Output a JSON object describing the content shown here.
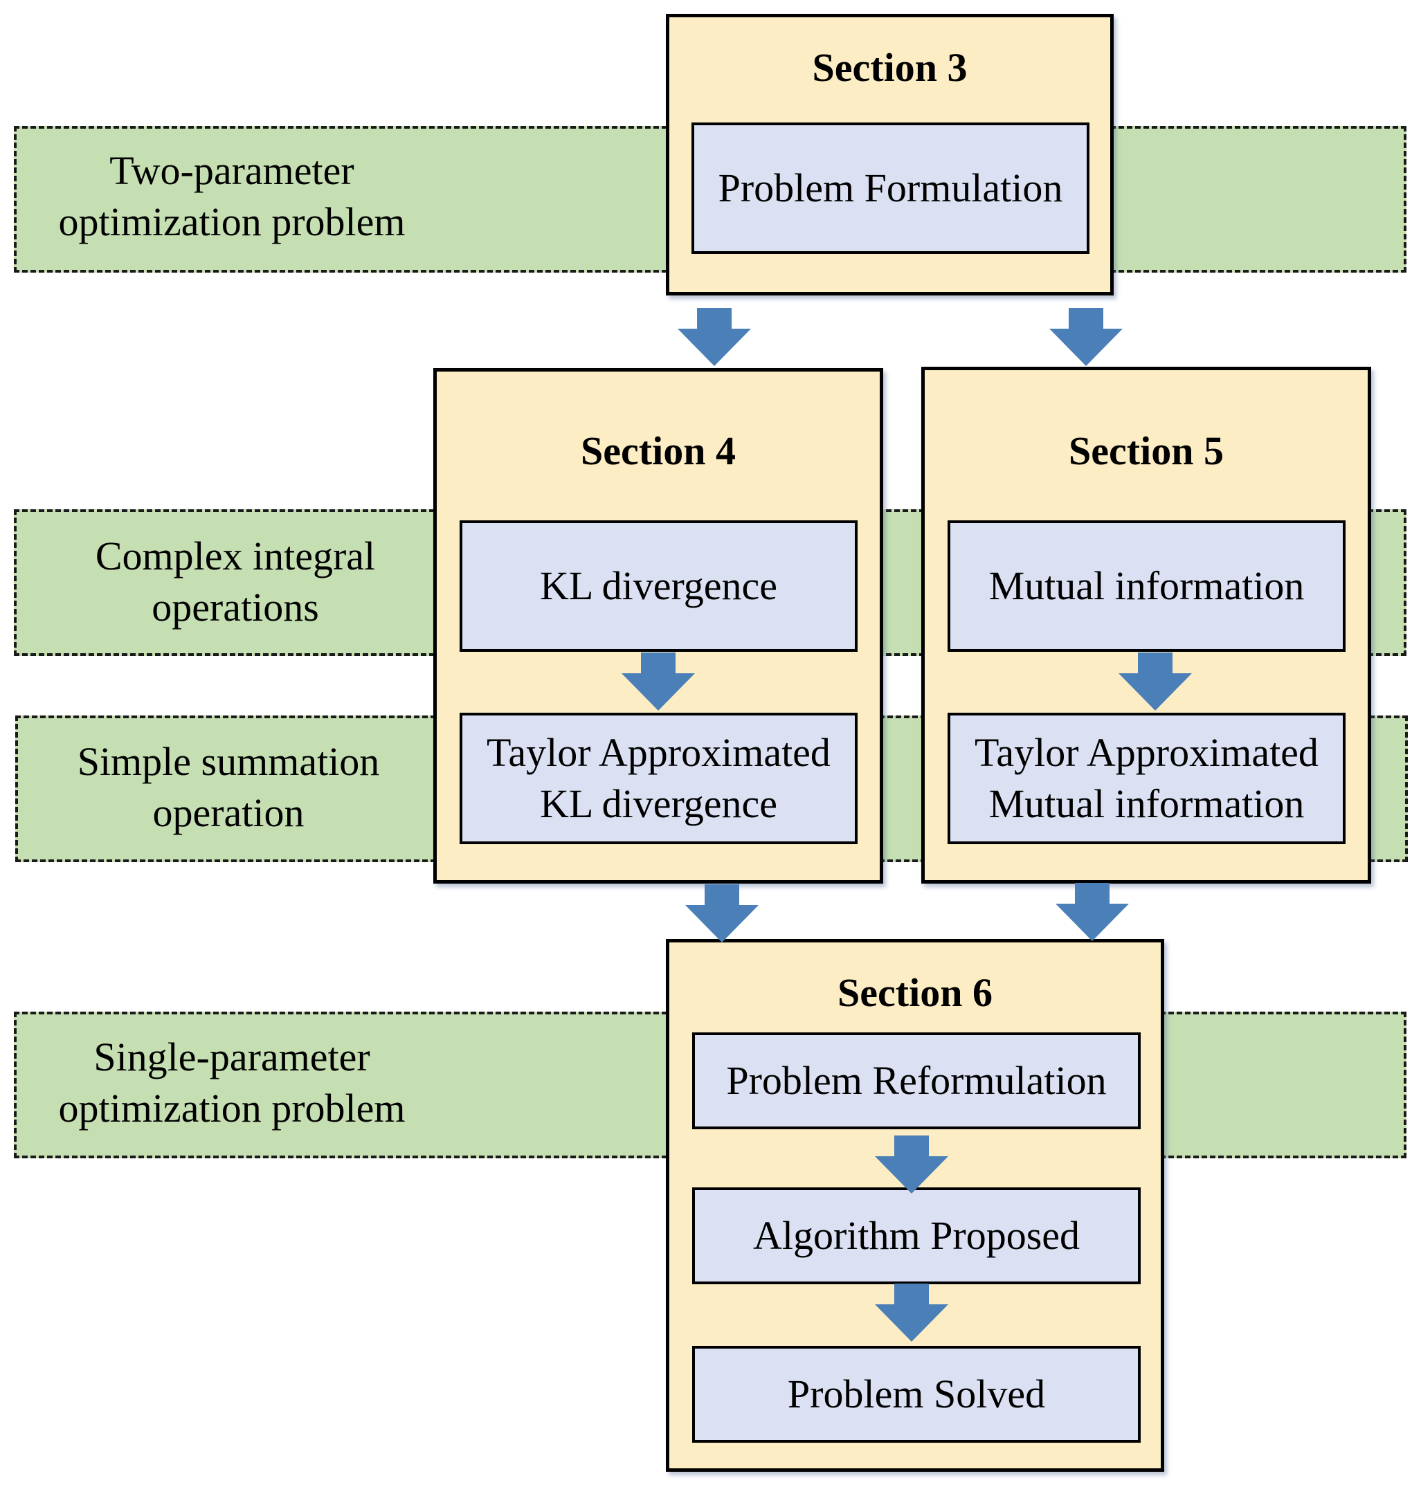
{
  "bands": [
    {
      "id": "two-param",
      "lines": [
        "Two-parameter",
        "optimization problem"
      ]
    },
    {
      "id": "complex",
      "lines": [
        "Complex integral",
        "operations"
      ]
    },
    {
      "id": "simple",
      "lines": [
        "Simple summation",
        "operation"
      ]
    },
    {
      "id": "single-param",
      "lines": [
        "Single-parameter",
        "optimization problem"
      ]
    }
  ],
  "sections": {
    "s3": {
      "title": "Section 3",
      "steps": [
        [
          "Problem Formulation"
        ]
      ]
    },
    "s4": {
      "title": "Section 4",
      "steps": [
        [
          "KL divergence"
        ],
        [
          "Taylor Approximated",
          "KL divergence"
        ]
      ]
    },
    "s5": {
      "title": "Section 5",
      "steps": [
        [
          "Mutual information"
        ],
        [
          "Taylor Approximated",
          "Mutual information"
        ]
      ]
    },
    "s6": {
      "title": "Section 6",
      "steps": [
        [
          "Problem Reformulation"
        ],
        [
          "Algorithm Proposed"
        ],
        [
          "Problem Solved"
        ]
      ]
    }
  },
  "colors": {
    "band_fill": "#c5dfb3",
    "section_fill": "#fdedc4",
    "step_fill": "#dbe1f2",
    "arrow_fill": "#4a7fb8"
  }
}
